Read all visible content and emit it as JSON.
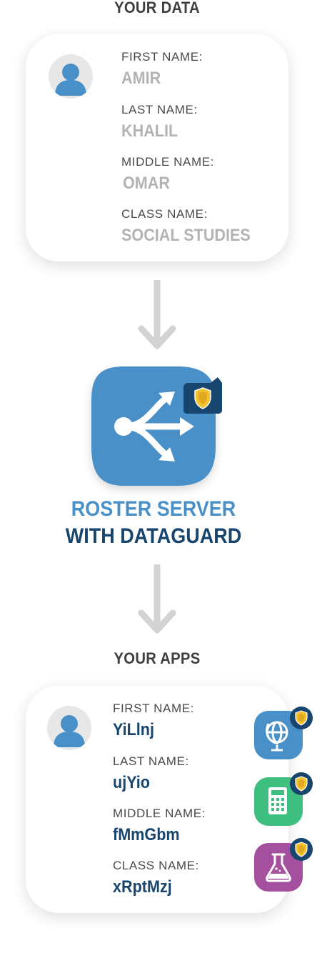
{
  "your_data": {
    "title": "YOUR DATA",
    "fields": [
      {
        "label": "FIRST NAME:",
        "value": "AMIR"
      },
      {
        "label": "LAST NAME:",
        "value": "KHALIL"
      },
      {
        "label": "MIDDLE NAME:",
        "value": "OMAR"
      },
      {
        "label": "CLASS NAME:",
        "value": "SOCIAL STUDIES"
      }
    ]
  },
  "server": {
    "line1": "ROSTER SERVER",
    "line2": "WITH DATAGUARD",
    "icon": "share-arrows-icon",
    "badge_icon": "shield-icon"
  },
  "your_apps": {
    "title": "YOUR APPS",
    "fields": [
      {
        "label": "FIRST NAME:",
        "value": "YiLlnj"
      },
      {
        "label": "LAST NAME:",
        "value": "ujYio"
      },
      {
        "label": "MIDDLE NAME:",
        "value": "fMmGbm"
      },
      {
        "label": "CLASS NAME:",
        "value": "xRptMzj"
      }
    ],
    "apps": [
      {
        "icon": "globe-icon",
        "color": "#4a90c8"
      },
      {
        "icon": "calculator-icon",
        "color": "#3fbf7f"
      },
      {
        "icon": "flask-icon",
        "color": "#a5509e"
      }
    ]
  },
  "colors": {
    "accent_blue": "#4a90c8",
    "navy": "#17456e",
    "gold": "#f2c230",
    "muted_text": "#b3b3b3",
    "arrow_gray": "#d3d3d3"
  }
}
